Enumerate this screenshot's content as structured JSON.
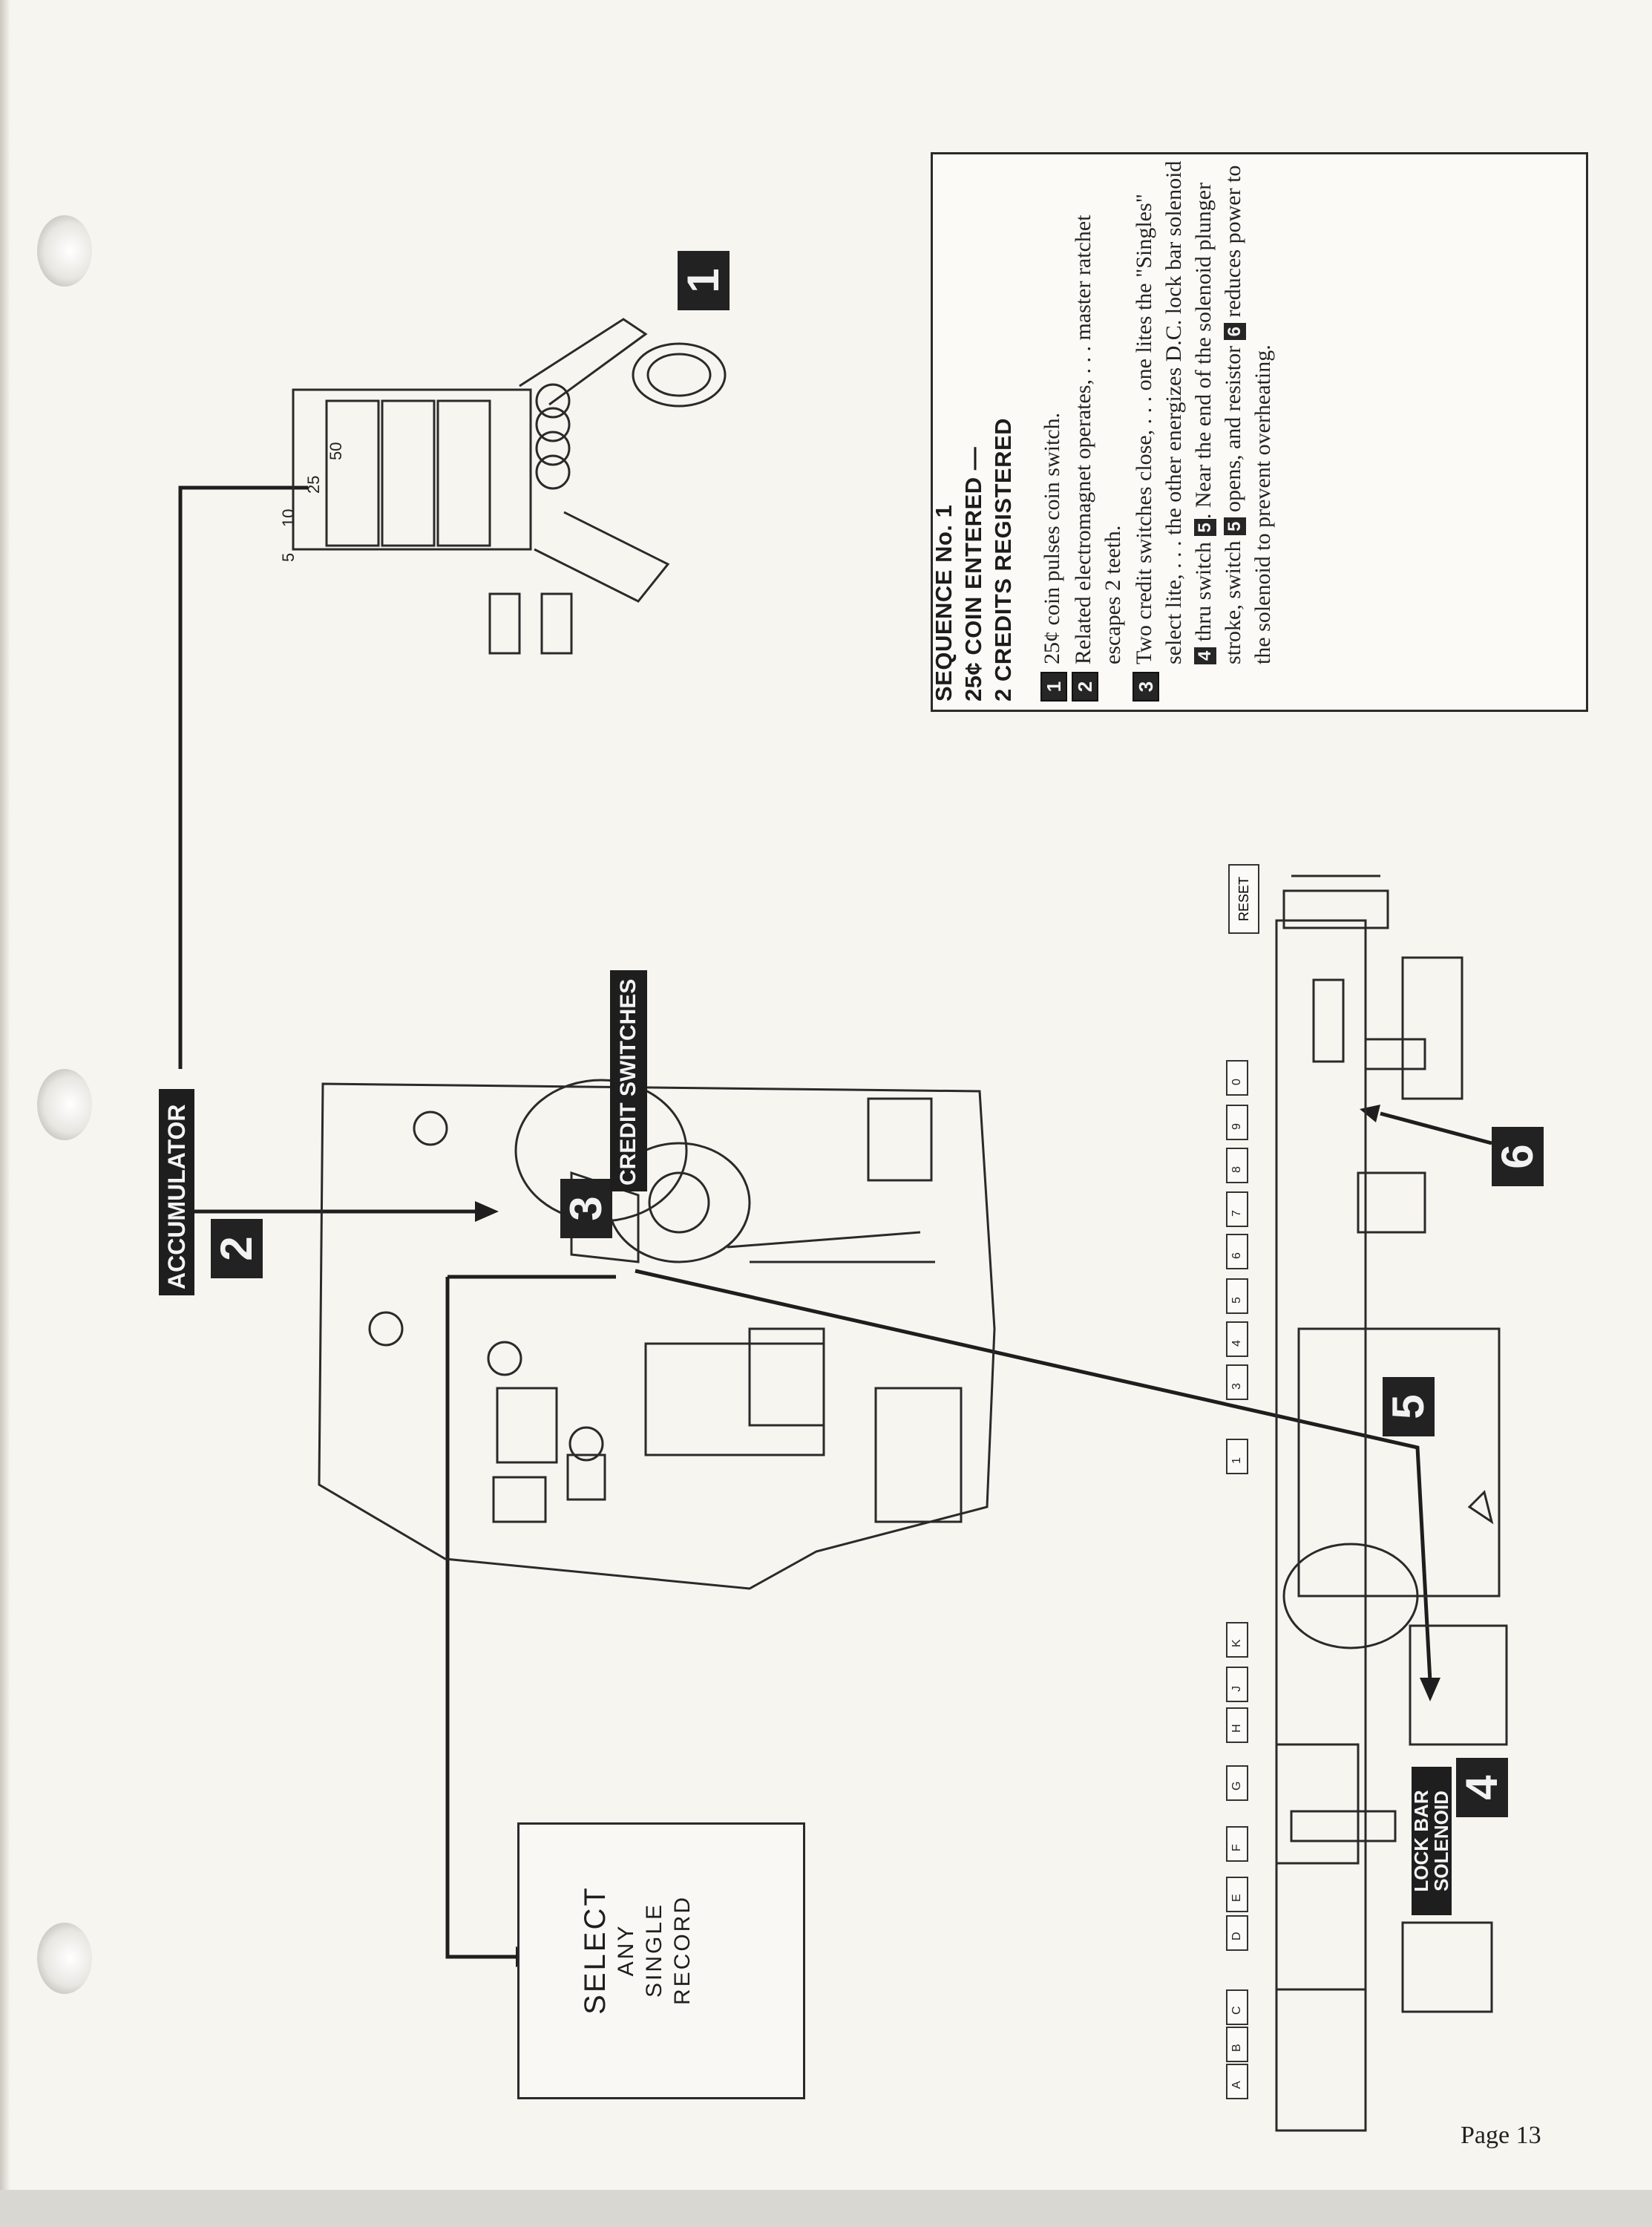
{
  "sequence_box": {
    "title_line1": "SEQUENCE No. 1",
    "title_line2": "25¢ COIN ENTERED —",
    "title_line3": "2 CREDITS REGISTERED",
    "items": [
      {
        "badge": "1",
        "text": "25¢ coin pulses coin switch."
      },
      {
        "badge": "2",
        "text": "Related electromagnet operates, . . . master ratchet escapes 2 teeth."
      },
      {
        "badge": "3",
        "text": "Two credit switches close, . . . one lites the \"Singles\" select lite, . . . the other energizes D.C. lock bar solenoid",
        "badge_a": "4",
        "text_b": "thru switch",
        "badge_b": "5",
        "text_c": ". Near the end of the solenoid plunger stroke, switch",
        "badge_c": "5",
        "text_d": "opens, and resistor",
        "badge_d": "6",
        "text_e": "reduces power to the solenoid to prevent overheating."
      }
    ]
  },
  "callouts": {
    "c1": "1",
    "c2": "2",
    "c3": "3",
    "c4": "4",
    "c5": "5",
    "c6": "6"
  },
  "labels": {
    "accumulator": "ACCUMULATOR",
    "credit_switches": "CREDIT SWITCHES",
    "lock_bar_line1": "LOCK BAR",
    "lock_bar_line2": "SOLENOID",
    "reset": "RESET"
  },
  "coin_values": [
    "5",
    "10",
    "25",
    "50"
  ],
  "select_box": {
    "line1": "SELECT",
    "line2": "ANY",
    "line3": "SINGLE",
    "line4": "RECORD"
  },
  "letter_keys": [
    "A",
    "B",
    "C",
    "D",
    "E",
    "F",
    "G",
    "H",
    "J",
    "K"
  ],
  "number_keys": [
    "1",
    "3",
    "4",
    "5",
    "6",
    "7",
    "8",
    "9",
    "0"
  ],
  "footer": {
    "page": "Page 13"
  }
}
